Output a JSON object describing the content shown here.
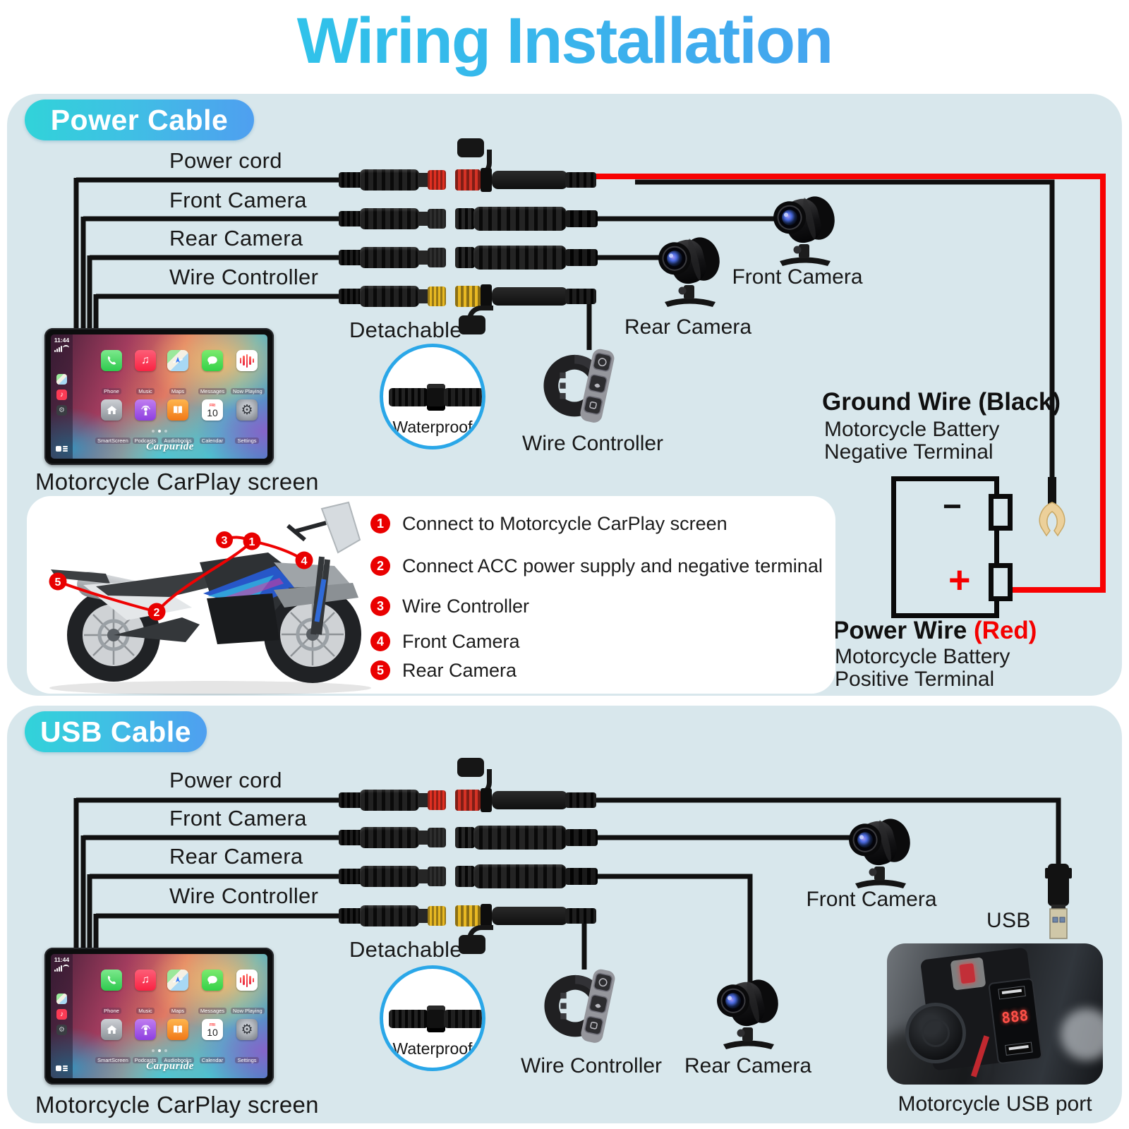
{
  "title": "Wiring Installation",
  "colors": {
    "accent_red": "#f40000",
    "wire_black": "#101010",
    "badge_start": "#31d3d9",
    "badge_end": "#4f9ff0",
    "section_bg": "#d8e7ec"
  },
  "power_section": {
    "badge": "Power Cable",
    "cable_labels": [
      "Power cord",
      "Front Camera",
      "Rear Camera",
      "Wire Controller"
    ],
    "detachable": "Detachable",
    "waterproof": "Waterproof",
    "wire_controller": "Wire Controller",
    "front_camera": "Front Camera",
    "rear_camera": "Rear Camera",
    "screen_label": "Motorcycle CarPlay screen",
    "ground_wire": {
      "title": "Ground Wire (Black)",
      "line1": "Motorcycle Battery",
      "line2": "Negative Terminal"
    },
    "power_wire": {
      "title": "Power Wire ",
      "highlight": "(Red)",
      "line1": "Motorcycle Battery",
      "line2": "Positive Terminal"
    },
    "battery": {
      "negative": "−",
      "positive": "+"
    },
    "steps": [
      {
        "num": "1",
        "text": "Connect to Motorcycle CarPlay screen"
      },
      {
        "num": "2",
        "text": "Connect ACC power supply and negative terminal"
      },
      {
        "num": "3",
        "text": "Wire Controller"
      },
      {
        "num": "4",
        "text": "Front Camera"
      },
      {
        "num": "5",
        "text": "Rear Camera"
      }
    ],
    "bike_markers": [
      "1",
      "2",
      "3",
      "4",
      "5"
    ]
  },
  "usb_section": {
    "badge": "USB Cable",
    "cable_labels": [
      "Power cord",
      "Front Camera",
      "Rear Camera",
      "Wire Controller"
    ],
    "detachable": "Detachable",
    "waterproof": "Waterproof",
    "wire_controller": "Wire Controller",
    "rear_camera": "Rear Camera",
    "front_camera": "Front Camera",
    "usb": "USB",
    "usb_port_label": "Motorcycle USB port",
    "screen_label": "Motorcycle CarPlay screen"
  },
  "carplay": {
    "time": "11:44",
    "logo": "Carpuride",
    "apps_row1": [
      "Phone",
      "Music",
      "Maps",
      "Messages",
      "Now Playing"
    ],
    "apps_row2": [
      "SmartScreen",
      "Podcasts",
      "Audiobooks",
      "Calendar",
      "Settings"
    ],
    "calendar": {
      "weekday": "FRI",
      "day": "10"
    }
  }
}
